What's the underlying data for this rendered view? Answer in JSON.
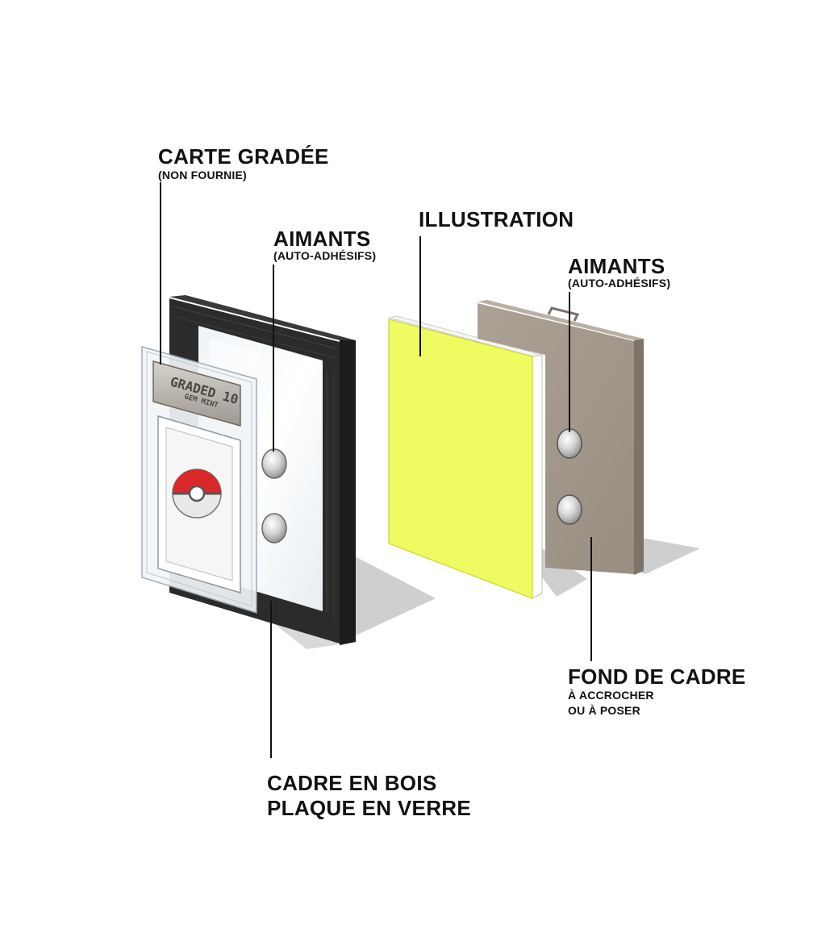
{
  "labels": {
    "carte": {
      "title": "CARTE GRADÉE",
      "sub": "(NON FOURNIE)"
    },
    "aimants_left": {
      "title": "AIMANTS",
      "sub": "(AUTO-ADHÉSIFS)"
    },
    "illustration": {
      "title": "ILLUSTRATION"
    },
    "aimants_right": {
      "title": "AIMANTS",
      "sub": "(AUTO-ADHÉSIFS)"
    },
    "fond": {
      "title": "FOND DE CADRE",
      "sub1": "À ACCROCHER",
      "sub2": "OU À POSER"
    },
    "cadre": {
      "line1": "CADRE EN BOIS",
      "line2": "PLAQUE EN VERRE"
    }
  },
  "slab": {
    "grade_label": "GRADED 10",
    "grade_sub": "GEM MINT"
  },
  "colors": {
    "frame_wood": "#2b2b2b",
    "illustration": "#eefc62",
    "backboard": "#a59a8e",
    "shadow": "#c9c9c9",
    "pokeball_red": "#d8282a"
  },
  "icons": {
    "card_art": "pokeball-icon",
    "magnet": "magnet-icon"
  }
}
